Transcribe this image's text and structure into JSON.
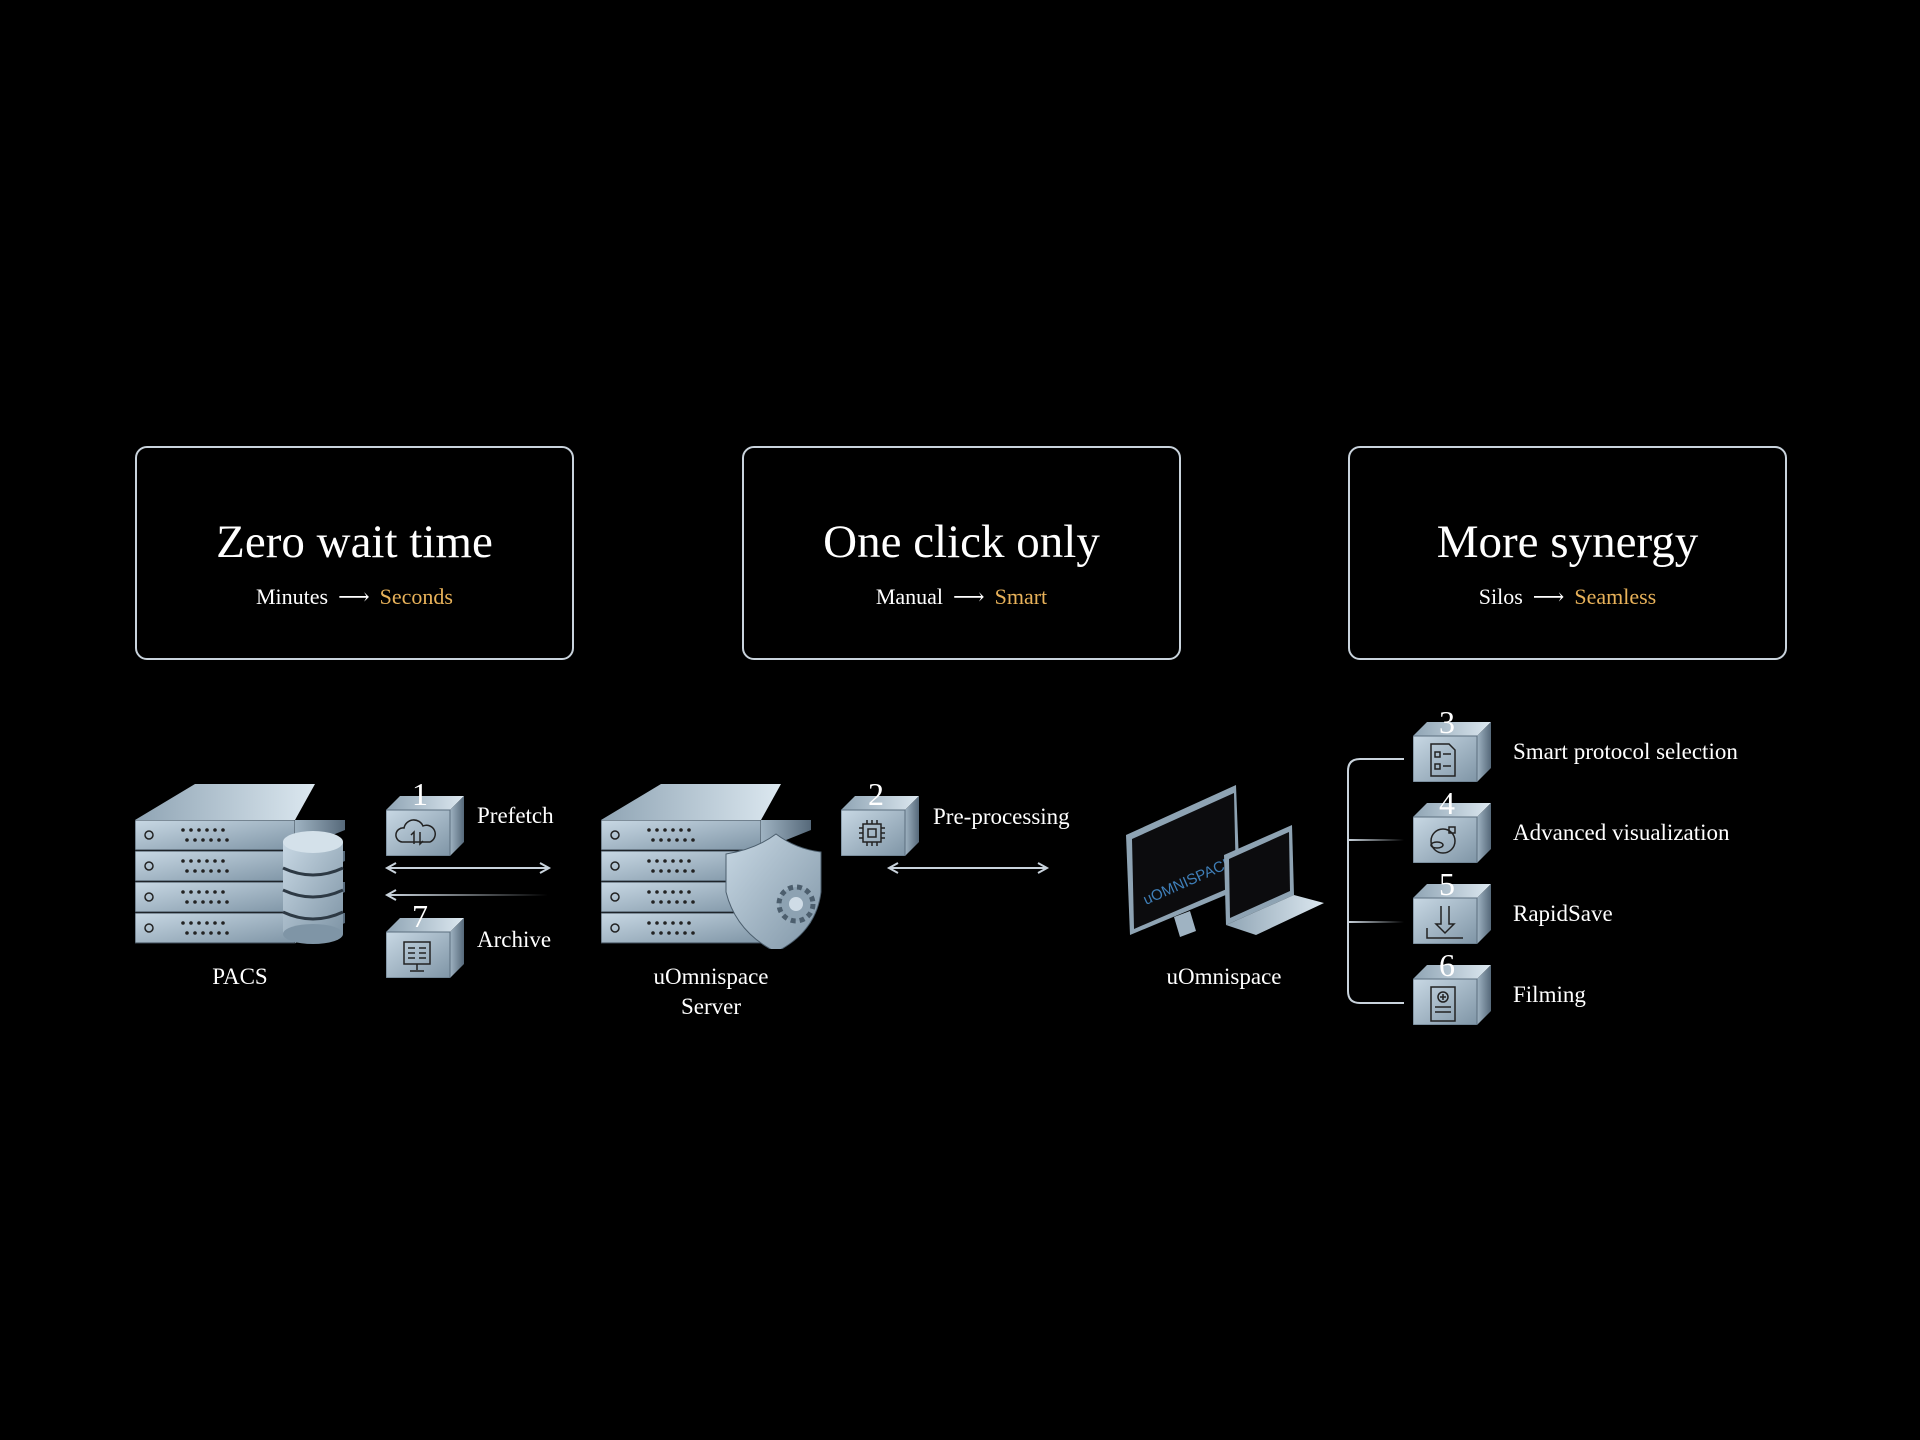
{
  "cards": [
    {
      "title": "Zero wait time",
      "from": "Minutes",
      "arrow": "⟶",
      "to": "Seconds"
    },
    {
      "title": "One click only",
      "from": "Manual",
      "arrow": "⟶",
      "to": "Smart"
    },
    {
      "title": "More synergy",
      "from": "Silos",
      "arrow": "⟶",
      "to": "Seamless"
    }
  ],
  "nodes": {
    "pacs": "PACS",
    "server_line1": "uOmnispace",
    "server_line2": "Server",
    "client": "uOmnispace",
    "screen_logo": "uOMNISPACE"
  },
  "steps": [
    {
      "num": "1",
      "label": "Prefetch",
      "icon": "cloud-sync-icon"
    },
    {
      "num": "2",
      "label": "Pre-processing",
      "icon": "chip-icon"
    },
    {
      "num": "3",
      "label": "Smart protocol selection",
      "icon": "checklist-document-icon"
    },
    {
      "num": "4",
      "label": "Advanced visualization",
      "icon": "head-eye-icon"
    },
    {
      "num": "5",
      "label": "RapidSave",
      "icon": "download-icon"
    },
    {
      "num": "6",
      "label": "Filming",
      "icon": "medical-film-icon"
    },
    {
      "num": "7",
      "label": "Archive",
      "icon": "network-folder-icon"
    }
  ],
  "colors": {
    "accent": "#e8b25a",
    "border": "#c9d3dc",
    "metal": "#a9bccb"
  }
}
